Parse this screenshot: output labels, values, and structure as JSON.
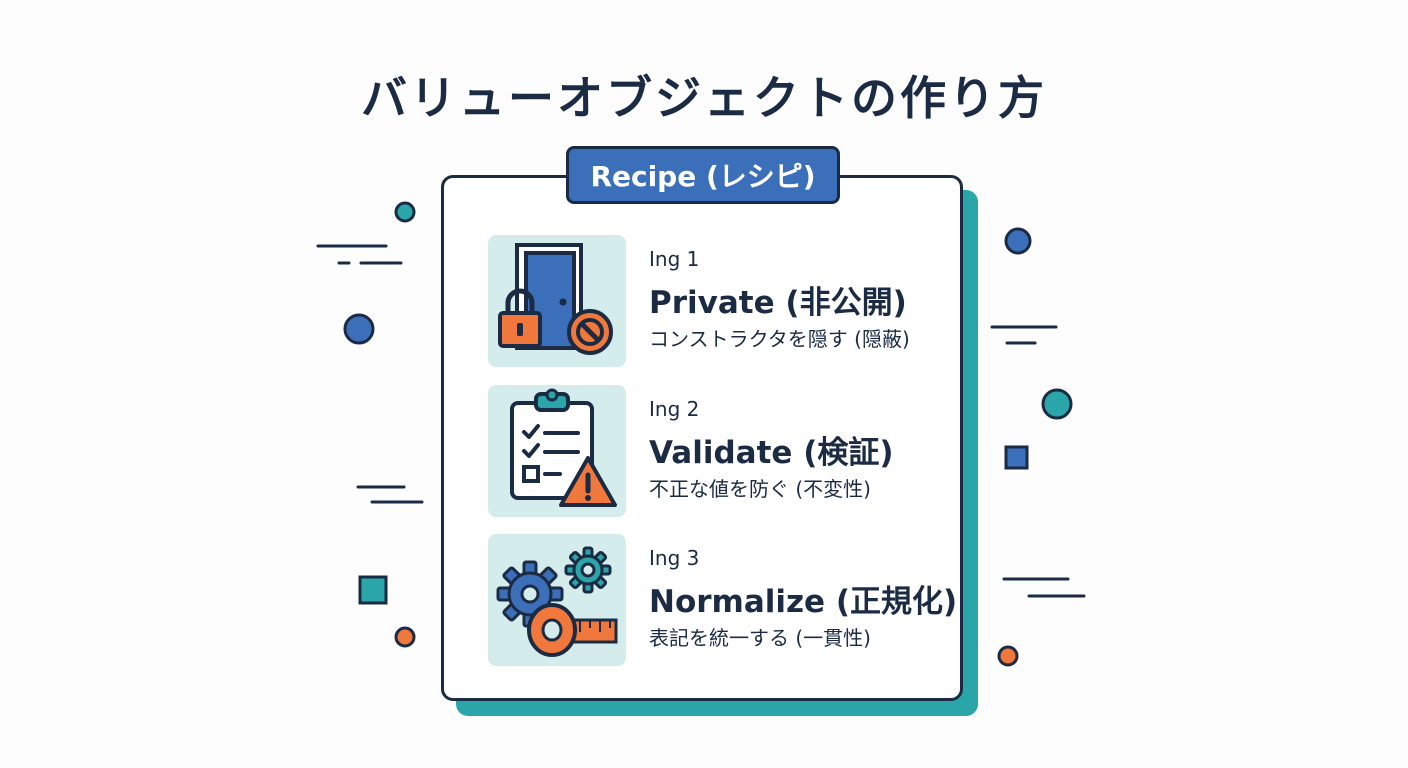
{
  "title": "バリューオブジェクトの作り方",
  "recipe_label": "Recipe (レシピ)",
  "ingredients": [
    {
      "number": "Ing 1",
      "name": "Private (非公開)",
      "description": "コンストラクタを隠す (隠蔽)",
      "icon": "locked-door-icon"
    },
    {
      "number": "Ing 2",
      "name": "Validate (検証)",
      "description": "不正な値を防ぐ (不変性)",
      "icon": "checklist-warning-icon"
    },
    {
      "number": "Ing 3",
      "name": "Normalize (正規化)",
      "description": "表記を統一する (一貫性)",
      "icon": "gears-tape-measure-icon"
    }
  ],
  "colors": {
    "navy": "#1c2b44",
    "blue": "#3b6fba",
    "teal": "#2aa5a8",
    "orange": "#f0783c",
    "icon_bg": "#d4ecec"
  }
}
